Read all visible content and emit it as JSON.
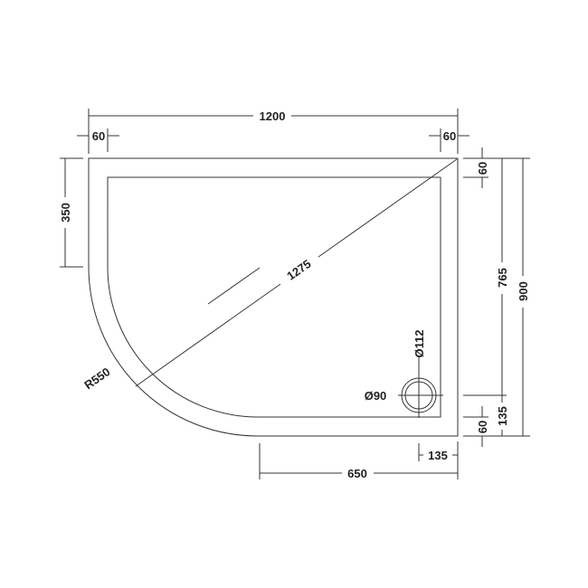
{
  "dimensions": {
    "overall_width": "1200",
    "left_rim": "60",
    "right_rim": "60",
    "straight_side": "350",
    "diagonal": "1275",
    "radius": "R550",
    "waste_outer": "Ø112",
    "waste_inner": "Ø90",
    "top_rim": "60",
    "waste_from_top": "765",
    "overall_depth": "900",
    "waste_from_bottom": "135",
    "bottom_rim": "60",
    "waste_from_right": "135",
    "straight_bottom": "650"
  },
  "colors": {
    "line": "#333333"
  }
}
